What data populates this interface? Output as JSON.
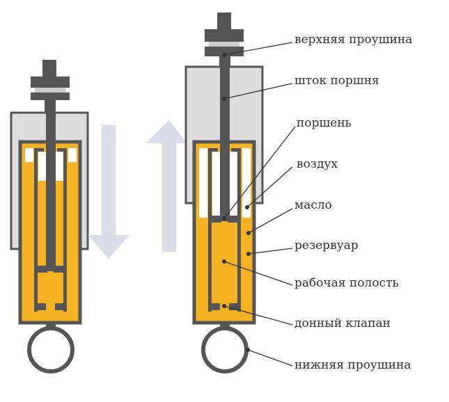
{
  "colors": {
    "oil": "#f5b324",
    "metal": "#555555",
    "cylinder": "#dddddd",
    "arrow": "#dcdce9",
    "leader": "#333333"
  },
  "labels": [
    {
      "id": "top-eye",
      "text": "верхняя проушина"
    },
    {
      "id": "piston-rod",
      "text": "шток поршня"
    },
    {
      "id": "piston",
      "text": "поршень"
    },
    {
      "id": "air",
      "text": "воздух"
    },
    {
      "id": "oil",
      "text": "масло"
    },
    {
      "id": "reservoir",
      "text": "резервуар"
    },
    {
      "id": "working-chamber",
      "text": "рабочая полость"
    },
    {
      "id": "bottom-valve",
      "text": "донный клапан"
    },
    {
      "id": "bottom-eye",
      "text": "нижняя проушина"
    }
  ]
}
